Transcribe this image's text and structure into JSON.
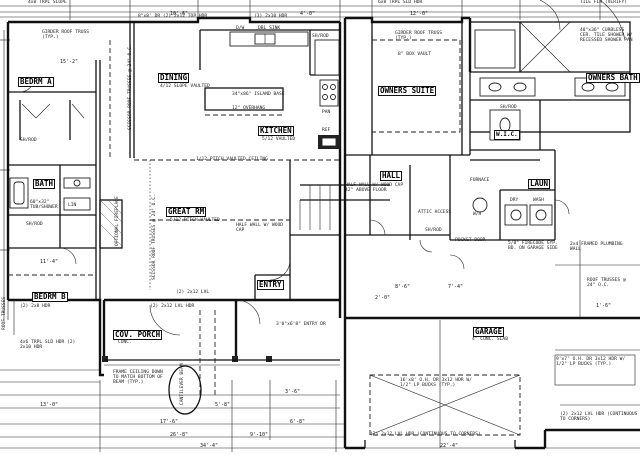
{
  "plan": {
    "rooms": {
      "bedroom_a": "BEDRM A",
      "bedroom_b": "BEDRM B",
      "bath": "BATH",
      "dining": "DINING",
      "kitchen": "KITCHEN",
      "great_rm": "GREAT RM",
      "owners_suite": "OWNERS SUITE",
      "owners_bath": "OWNERS BATH",
      "hall": "HALL",
      "laun": "LAUN",
      "entry": "ENTRY",
      "cov_porch": "COV. PORCH",
      "garage": "GARAGE",
      "wic": "W.I.C."
    },
    "notes": {
      "top_left_hdr": "4x8 TRPL SLOPE",
      "girder_left": "GIRDER ROOF TRUSS (TYP.)",
      "top_hdr_center": "8\"x8' DR (2) 2x12 TOP HDR",
      "top_hdr_right": "(3) 2x10 HDR",
      "top_triple_sld": "6x8 TRPL SLD HDR",
      "girder_right": "GIRDER ROOF TRUSS (TYP.)",
      "top_far_right": "TILE FLR (VERIFY)",
      "curbless": "48\"x36\" CURBLESS CER. TILE SHOWER W/ RECESSED SHOWER PAN",
      "scissor_left": "SCISSOR ROOF TRUSSES @ 24\" O.C.",
      "dining_vault": "4/12 SLOPE VAULTED",
      "island": "34\"x86\" ISLAND BASE",
      "overhang": "12\" OVERHANG",
      "kitchen_vault": "5/12 VAULTED",
      "vaulted_clg": "1/12 PITCH VAULTED CEILING",
      "box_vault": "8\" BOX VAULT",
      "great_vault": "5/12 PITCH VAULTED",
      "half_wall": "HALF WALL W/ WOOD CAP",
      "half_wall_2": "HALF WALL W/ WOOD CAP 42\" ABOVE FLOOR",
      "scissor_mid": "SCISSOR ROOF TRUSSES @ 24\" O.C.",
      "optional_fp": "OPTIONAL FIREPLACE",
      "lvl_hdr": "(2) 2x12 LVL",
      "entry_hdr": "3'0\"x6'8\" ENTRY DR",
      "cov_porch_note": "CONC.",
      "frame_clg": "FRAME CEILING DOWN TO MATCH BOTTOM OF BEAM (TYP.)",
      "cant_beam": "CANTILEVER BEAM",
      "double_lvl": "(2) 2x12 LVL HDR",
      "garage_note": "4\" CONC. SLAB",
      "oh_door": "16'x8' O.H. DR 3x12 HDR W/ 1/2\" LP BUCKS (TYP.)",
      "oh_door_right": "9'x7' O.H. DR 3x12 HDR W/ 1/2\" LP BUCKS (TYP.)",
      "lvl_corners": "(2) 2x12 LVL HDR (CONTINUOUS TO CORNERS)",
      "lvl_corners_2": "(2) 2x12 LVL HDR (CONTINUOUS TO CORNERS)",
      "fire_wall": "5/8\" FIRECODE GYP. BD. ON GARAGE SIDE",
      "shelf_rod": "SH/ROD",
      "shelf_rod_2": "SH/ROD",
      "shelf_rod_3": "SH/ROD",
      "shelf_rod_4": "SH/ROD",
      "shelf_rod_5": "SH/ROD",
      "linen": "LIN",
      "tub_shower": "60\"x32\" TUB/SHOWER",
      "dw": "D/W",
      "sink": "DBL SINK",
      "ref": "REF",
      "pantry": "PAN",
      "dryer": "DRY",
      "washer": "WASH",
      "water_heater": "W/H",
      "attic": "ATTIC ACCESS",
      "furnace_area": "FURNACE",
      "roof_trusses_right": "ROOF TRUSSES @ 24\" O.C.",
      "pocket_dr": "POCKET DOOR",
      "beam_pocket": "2x4 FRAMED PLUMBING WALL",
      "left_bottom_hdr": "4x6 TRPL SLD HDR (2) 2x10 HDR",
      "hdr_bedroom_b": "(2) 2x8 HDR",
      "roof_left": "ROOF TRUSSES",
      "dim_13_0": "13'-0\"",
      "dim_17_6": "17'-6\"",
      "dim_22_4": "22'-4\"",
      "dim_34_4": "34'-4\"",
      "dim_26_8": "26'-8\"",
      "dim_6_8": "6'-8\"",
      "dim_11_4": "11'-4\"",
      "dim_9_10": "9'-10\"",
      "dim_5_8": "5'-8\"",
      "dim_3_6": "3'-6\"",
      "dim_15_2": "15'-2\"",
      "dim_10_6": "10'-6\"",
      "dim_4_0": "4'-0\"",
      "dim_7_4": "7'-4\"",
      "dim_12_0": "12'-0\"",
      "dim_8_6": "8'-6\"",
      "dim_2_0": "2'-0\"",
      "dim_1_6": "1'-6\""
    }
  }
}
